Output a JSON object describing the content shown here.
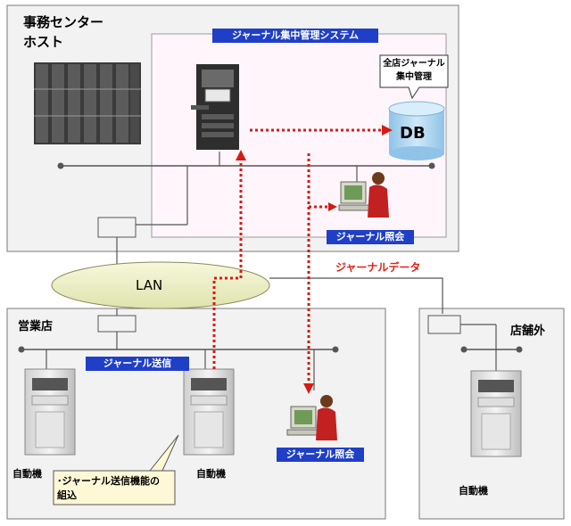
{
  "regions": {
    "data_center": "事務センター\nホスト",
    "branch": "営業店",
    "offsite": "店舗外"
  },
  "system": {
    "title": "ジャーナル集中管理システム",
    "db_callout": "全店ジャーナル\n集中管理",
    "db_label": "DB",
    "viewer_center": "ジャーナル照会"
  },
  "network": {
    "lan_label": "LAN",
    "data_flow_label": "ジャーナルデータ"
  },
  "branch": {
    "send_label": "ジャーナル送信",
    "atm_left_label": "自動機",
    "atm_right_label": "自動機",
    "callout": "･ジャーナル送信機能の\n組込",
    "viewer_label": "ジャーナル照会"
  },
  "offsite": {
    "atm_label": "自動機"
  },
  "colors": {
    "flow_red": "#d41c14",
    "bar_blue": "#1f3fc8",
    "lan_fill": "#ecefc6",
    "db_fill": "#a9d3ef",
    "inner_box_fill": "#fff5fb",
    "panel_fill": "#f2f2f2"
  }
}
